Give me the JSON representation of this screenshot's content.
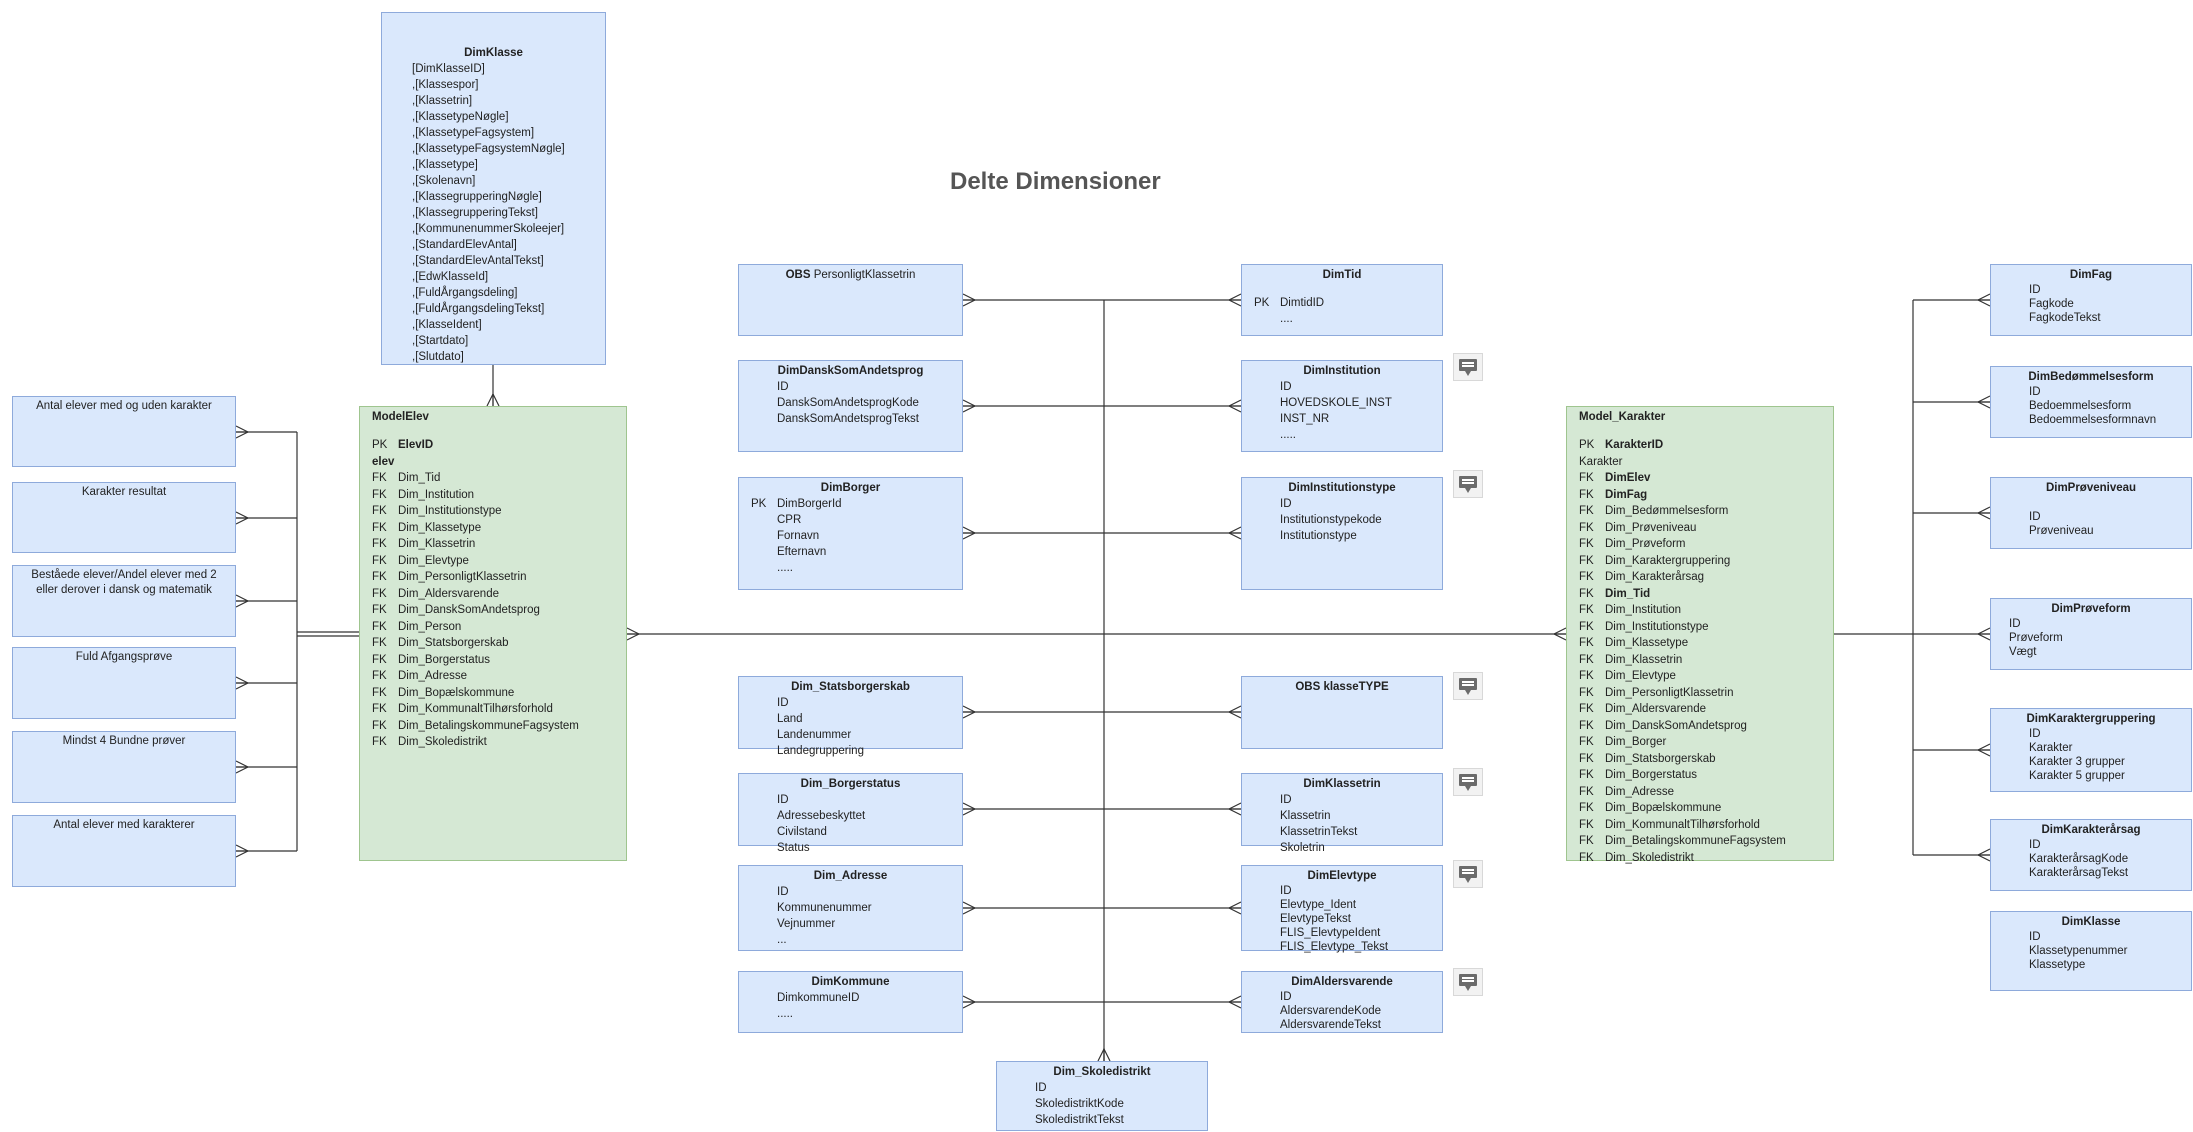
{
  "title": "Delte Dimensioner",
  "boxes": {
    "dimklasse_top": {
      "title": "DimKlasse",
      "items": [
        "[DimKlasseID]",
        ",[Klassespor]",
        ",[Klassetrin]",
        ",[KlassetypeNøgle]",
        ",[KlassetypeFagsystem]",
        ",[KlassetypeFagsystemNøgle]",
        ",[Klassetype]",
        ",[Skolenavn]",
        ",[KlassegrupperingNøgle]",
        ",[KlassegrupperingTekst]",
        ",[KommunenummerSkoleejer]",
        ",[StandardElevAntal]",
        ",[StandardElevAntalTekst]",
        ",[EdwKlasseId]",
        ",[FuldÅrgangsdeling]",
        ",[FuldÅrgangsdelingTekst]",
        ",[KlasseIdent]",
        ",[Startdato]",
        ",[Slutdato]"
      ]
    },
    "report_1": "Antal elever med og uden karakter",
    "report_2": "Karakter resultat",
    "report_3": "Beståede elever/Andel elever med 2 eller derover i dansk og matematik",
    "report_4": "Fuld Afgangsprøve",
    "report_5": "Mindst 4 Bundne prøver",
    "report_6": "Antal elever med karakterer",
    "model_elev": {
      "title": "ModelElev",
      "rows": [
        {
          "key": "PK",
          "name": "ElevID",
          "bold": true
        },
        {
          "key": "",
          "name": "elev",
          "bold": true
        },
        {
          "key": "FK",
          "name": "Dim_Tid"
        },
        {
          "key": "FK",
          "name": "Dim_Institution"
        },
        {
          "key": "FK",
          "name": "Dim_Institutionstype"
        },
        {
          "key": "FK",
          "name": "Dim_Klassetype"
        },
        {
          "key": "FK",
          "name": "Dim_Klassetrin"
        },
        {
          "key": "FK",
          "name": "Dim_Elevtype"
        },
        {
          "key": "FK",
          "name": "Dim_PersonligtKlassetrin"
        },
        {
          "key": "FK",
          "name": "Dim_Aldersvarende"
        },
        {
          "key": "FK",
          "name": "Dim_DanskSomAndetsprog"
        },
        {
          "key": "FK",
          "name": "Dim_Person"
        },
        {
          "key": "FK",
          "name": "Dim_Statsborgerskab"
        },
        {
          "key": "FK",
          "name": "Dim_Borgerstatus"
        },
        {
          "key": "FK",
          "name": "Dim_Adresse"
        },
        {
          "key": "FK",
          "name": "Dim_Bopælskommune"
        },
        {
          "key": "FK",
          "name": "Dim_KommunaltTilhørsforhold"
        },
        {
          "key": "FK",
          "name": "Dim_BetalingskommuneFagsystem"
        },
        {
          "key": "FK",
          "name": "Dim_Skoledistrikt"
        }
      ]
    },
    "obs_personligt": {
      "prefix": "OBS",
      "title": "PersonligtKlassetrin"
    },
    "dim_dansk": {
      "title": "DimDanskSomAndetsprog",
      "items": [
        "ID",
        "DanskSomAndetsprogKode",
        "DanskSomAndetsprogTekst"
      ]
    },
    "dim_borger": {
      "title": "DimBorger",
      "items": [
        {
          "pk": "PK",
          "name": "DimBorgerId"
        },
        {
          "pk": "",
          "name": "CPR"
        },
        {
          "pk": "",
          "name": "Fornavn"
        },
        {
          "pk": "",
          "name": "Efternavn"
        },
        {
          "pk": "",
          "name": "....."
        }
      ]
    },
    "dim_statsborgerskab": {
      "title": "Dim_Statsborgerskab",
      "items": [
        "ID",
        "Land",
        "Landenummer",
        "Landegruppering"
      ]
    },
    "dim_borgerstatus": {
      "title": "Dim_Borgerstatus",
      "items": [
        "ID",
        "Adressebeskyttet",
        "Civilstand",
        "Status"
      ]
    },
    "dim_adresse": {
      "title": "Dim_Adresse",
      "items": [
        "ID",
        "Kommunenummer",
        "Vejnummer",
        "..."
      ]
    },
    "dim_kommune": {
      "title": "DimKommune",
      "items": [
        "DimkommuneID",
        "....."
      ]
    },
    "dim_skoledistrikt": {
      "title": "Dim_Skoledistrikt",
      "items": [
        "ID",
        "SkoledistriktKode",
        "SkoledistriktTekst"
      ]
    },
    "dim_tid": {
      "title": "DimTid",
      "items": [
        {
          "pk": "PK",
          "name": "DimtidID"
        },
        {
          "pk": "",
          "name": "...."
        }
      ]
    },
    "dim_institution": {
      "title": "DimInstitution",
      "items": [
        "ID",
        "HOVEDSKOLE_INST",
        "INST_NR",
        "....."
      ]
    },
    "dim_institutionstype": {
      "title": "DimInstitutionstype",
      "items": [
        "ID",
        "Institutionstypekode",
        "Institutionstype"
      ]
    },
    "obs_klassetype": {
      "title": "OBS klasseTYPE"
    },
    "dim_klassetrin": {
      "title": "DimKlassetrin",
      "items": [
        "ID",
        "Klassetrin",
        "KlassetrinTekst",
        "Skoletrin"
      ]
    },
    "dim_elevtype": {
      "title": "DimElevtype",
      "items": [
        "ID",
        "Elevtype_Ident",
        "ElevtypeTekst",
        "FLIS_ElevtypeIdent",
        "FLIS_Elevtype_Tekst"
      ]
    },
    "dim_aldersvarende": {
      "title": "DimAldersvarende",
      "items": [
        "ID",
        "AldersvarendeKode",
        "AldersvarendeTekst"
      ]
    },
    "model_karakter": {
      "title": "Model_Karakter",
      "rows": [
        {
          "key": "PK",
          "name": "KarakterID",
          "bold": true
        },
        {
          "key": "",
          "name": "Karakter",
          "bold": false
        },
        {
          "key": "FK",
          "name": "DimElev",
          "bold": true
        },
        {
          "key": "FK",
          "name": "DimFag",
          "bold": true
        },
        {
          "key": "FK",
          "name": "Dim_Bedømmelsesform"
        },
        {
          "key": "FK",
          "name": "Dim_Prøveniveau"
        },
        {
          "key": "FK",
          "name": "Dim_Prøveform"
        },
        {
          "key": "FK",
          "name": "Dim_Karaktergruppering"
        },
        {
          "key": "FK",
          "name": "Dim_Karakterårsag"
        },
        {
          "key": "FK",
          "name": "Dim_Tid",
          "bold": true
        },
        {
          "key": "FK",
          "name": "Dim_Institution"
        },
        {
          "key": "FK",
          "name": "Dim_Institutionstype"
        },
        {
          "key": "FK",
          "name": "Dim_Klassetype"
        },
        {
          "key": "FK",
          "name": "Dim_Klassetrin"
        },
        {
          "key": "FK",
          "name": "Dim_Elevtype"
        },
        {
          "key": "FK",
          "name": "Dim_PersonligtKlassetrin"
        },
        {
          "key": "FK",
          "name": "Dim_Aldersvarende"
        },
        {
          "key": "FK",
          "name": "Dim_DanskSomAndetsprog"
        },
        {
          "key": "FK",
          "name": "Dim_Borger"
        },
        {
          "key": "FK",
          "name": "Dim_Statsborgerskab"
        },
        {
          "key": "FK",
          "name": "Dim_Borgerstatus"
        },
        {
          "key": "FK",
          "name": "Dim_Adresse"
        },
        {
          "key": "FK",
          "name": "Dim_Bopælskommune"
        },
        {
          "key": "FK",
          "name": "Dim_KommunaltTilhørsforhold"
        },
        {
          "key": "FK",
          "name": "Dim_BetalingskommuneFagsystem"
        },
        {
          "key": "FK",
          "name": "Dim_Skoledistrikt"
        }
      ]
    },
    "dim_fag": {
      "title": "DimFag",
      "items": [
        "ID",
        "Fagkode",
        "FagkodeTekst"
      ]
    },
    "dim_bedoemmelsesform": {
      "title": "DimBedømmelsesform",
      "items": [
        "ID",
        "Bedoemmelsesform",
        "Bedoemmelsesformnavn"
      ]
    },
    "dim_proeveniveau": {
      "title": "DimPrøveniveau",
      "items": [
        "",
        "ID",
        "Prøveniveau"
      ]
    },
    "dim_proeveform": {
      "title": "DimPrøveform",
      "items": [
        "ID",
        "Prøveform",
        "Vægt"
      ]
    },
    "dim_karaktergruppering": {
      "title": "DimKaraktergruppering",
      "items": [
        "ID",
        "Karakter",
        "Karakter 3 grupper",
        "Karakter 5 grupper"
      ]
    },
    "dim_karakteraarsag": {
      "title": "DimKarakterårsag",
      "items": [
        "ID",
        "KarakterårsagKode",
        "KarakterårsagTekst"
      ]
    },
    "dim_klasse_right": {
      "title": "DimKlasse",
      "items": [
        "ID",
        "Klassetypenummer",
        "Klassetype"
      ]
    }
  }
}
